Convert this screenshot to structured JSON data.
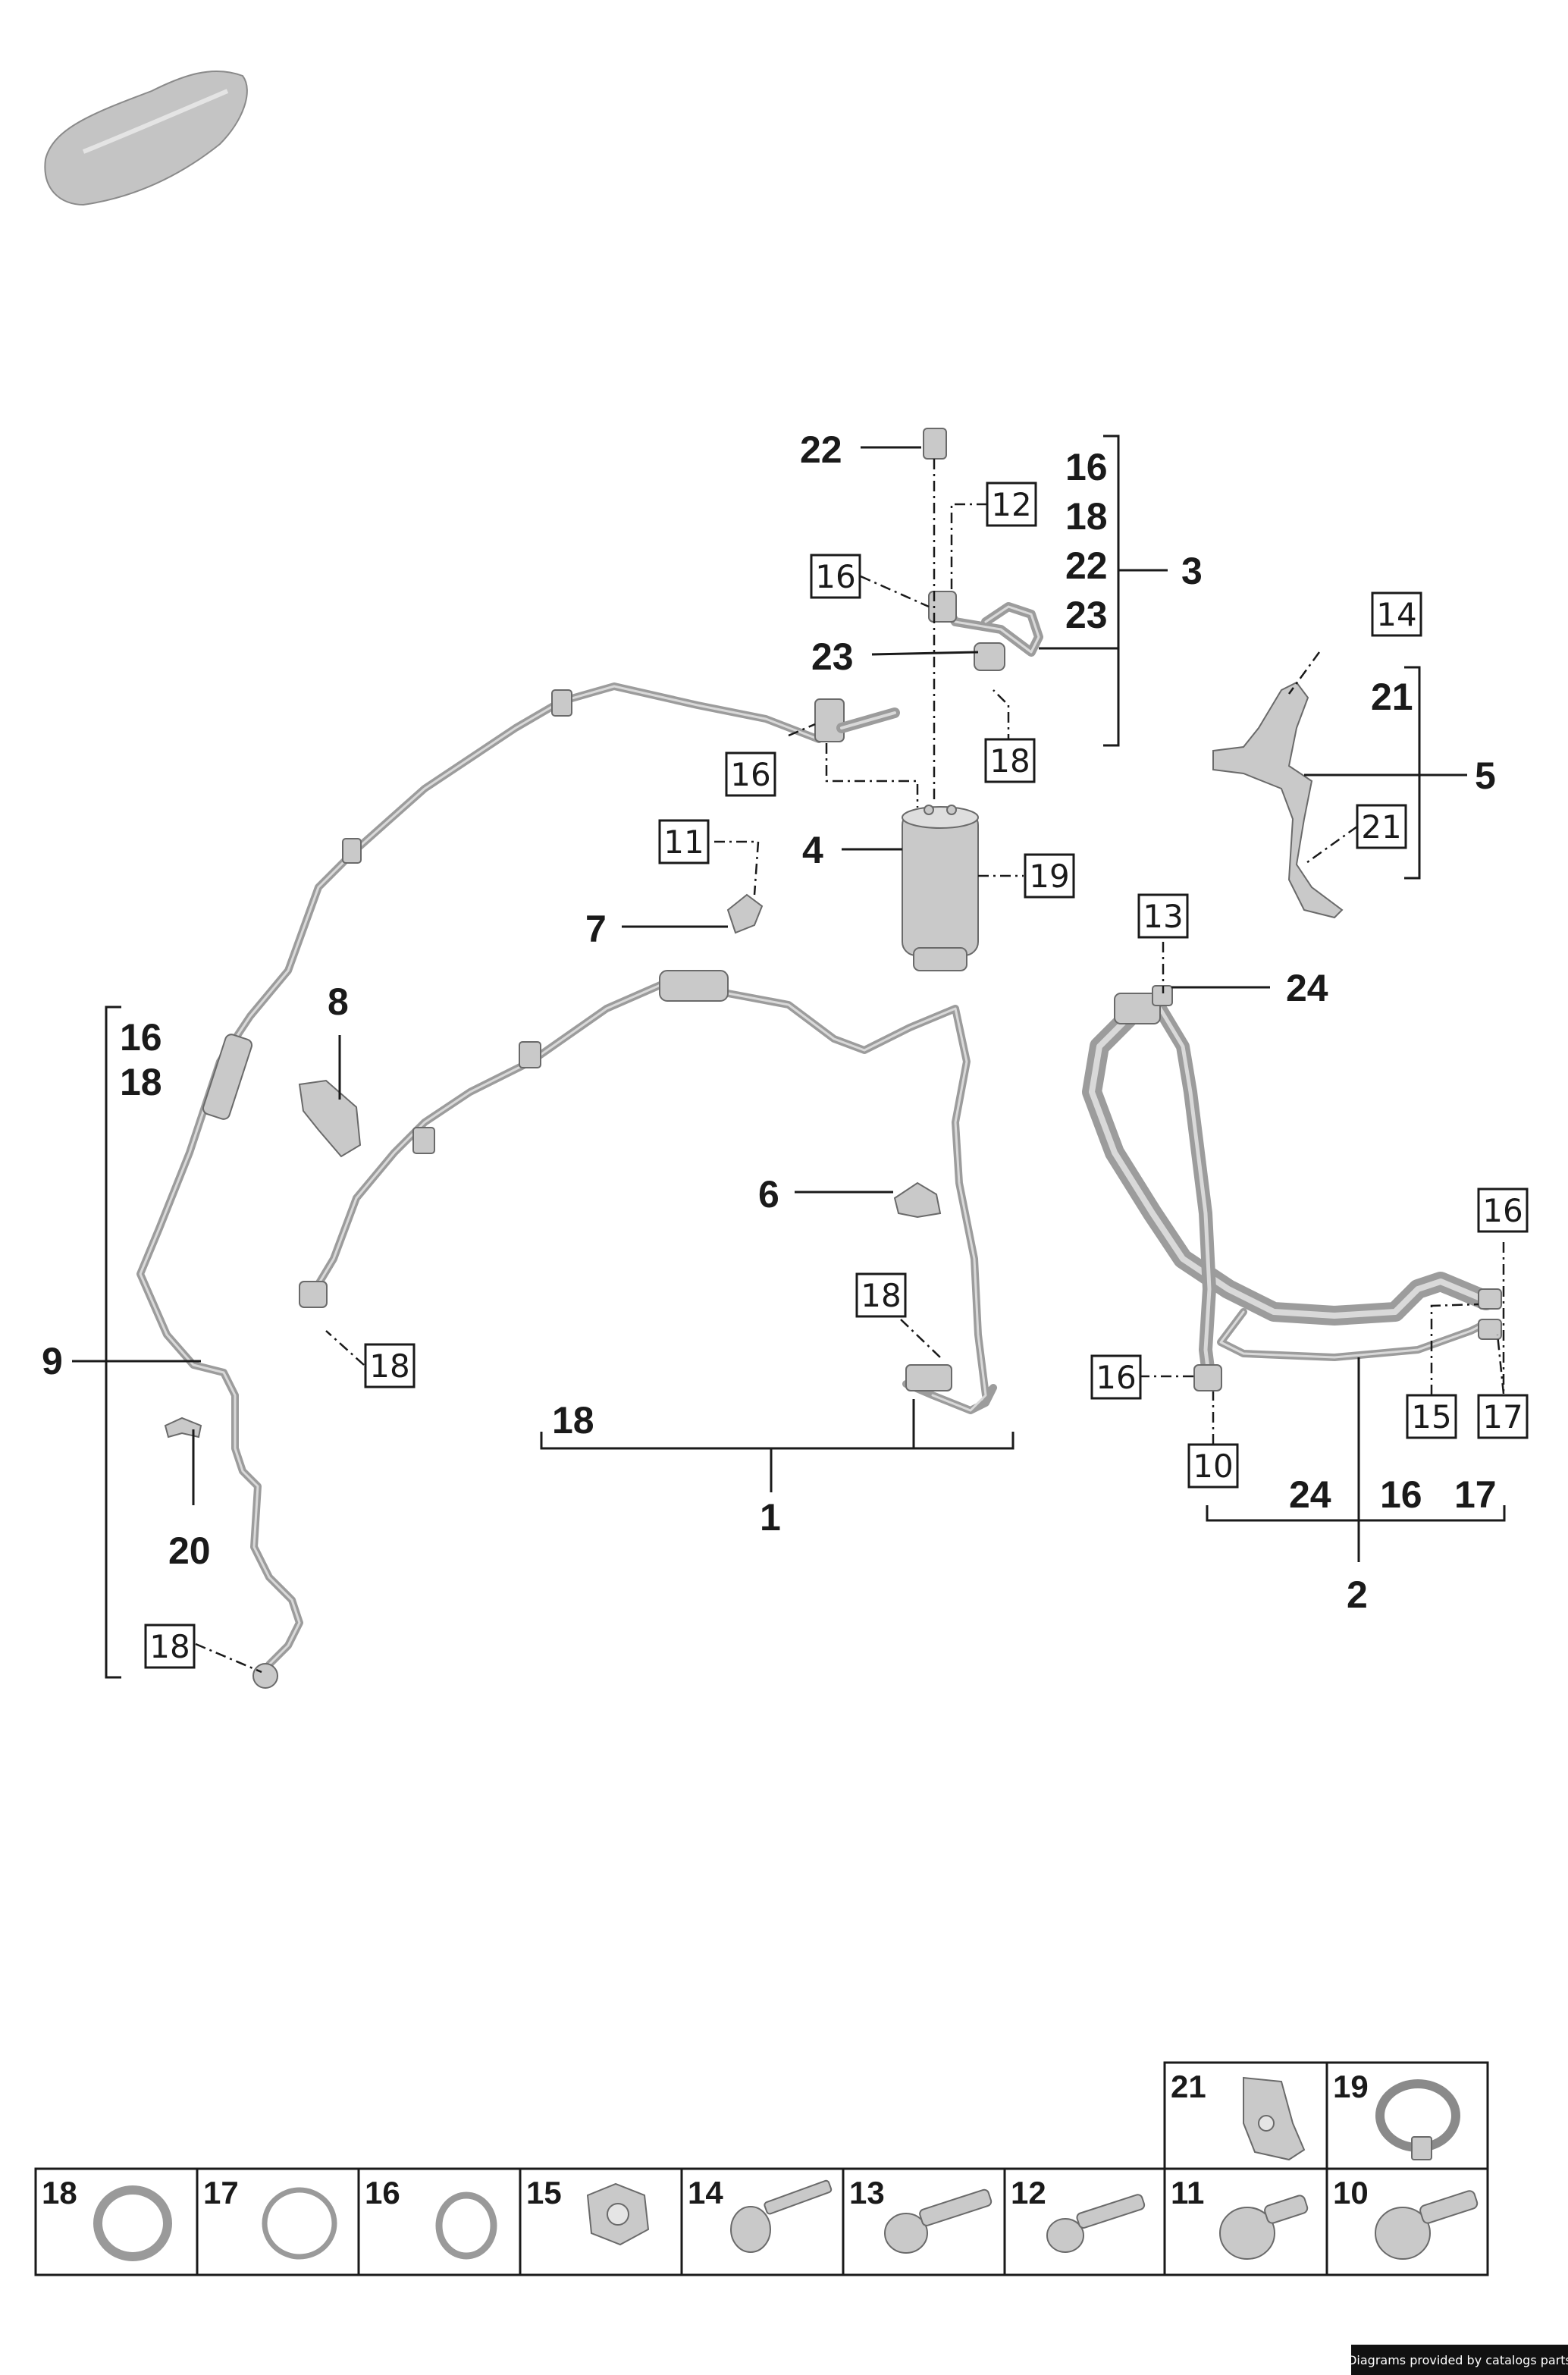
{
  "labels": {
    "l1": "1",
    "l2": "2",
    "l3": "3",
    "l4": "4",
    "l5": "5",
    "l6": "6",
    "l7": "7",
    "l8": "8",
    "l9": "9",
    "l20": "20",
    "l22": "22",
    "l23": "23",
    "l24": "24",
    "l18_grp1": "18",
    "g3": [
      "16",
      "18",
      "22",
      "23"
    ],
    "g5": [
      "21"
    ],
    "g9": [
      "16",
      "18"
    ],
    "g2": [
      "24",
      "16",
      "17"
    ]
  },
  "callouts": {
    "c12": "12",
    "c16a": "16",
    "c16b": "16",
    "c18a": "18",
    "c11": "11",
    "c19": "19",
    "c14": "14",
    "c21": "21",
    "c13": "13",
    "c16c": "16",
    "c18b": "18",
    "c18c": "18",
    "c16d": "16",
    "c15": "15",
    "c17": "17",
    "c10": "10",
    "c18d": "18"
  },
  "hardware_top": [
    {
      "num": "21",
      "icon": "clip-nut-icon"
    },
    {
      "num": "19",
      "icon": "hose-clamp-icon"
    }
  ],
  "hardware_bottom": [
    {
      "num": "18",
      "icon": "o-ring-icon"
    },
    {
      "num": "17",
      "icon": "o-ring-icon"
    },
    {
      "num": "16",
      "icon": "o-ring-icon"
    },
    {
      "num": "15",
      "icon": "hex-nut-icon"
    },
    {
      "num": "14",
      "icon": "bolt-icon"
    },
    {
      "num": "13",
      "icon": "bolt-icon"
    },
    {
      "num": "12",
      "icon": "bolt-icon"
    },
    {
      "num": "11",
      "icon": "bolt-icon"
    },
    {
      "num": "10",
      "icon": "bolt-icon"
    }
  ],
  "footer": {
    "credit": "Diagrams provided by catalogs parts"
  },
  "colors": {
    "ink": "#1a1a1a",
    "part_gray": "#c9c9c9",
    "pipe_gray": "#9c9c9c",
    "footer_bg": "#111111"
  }
}
